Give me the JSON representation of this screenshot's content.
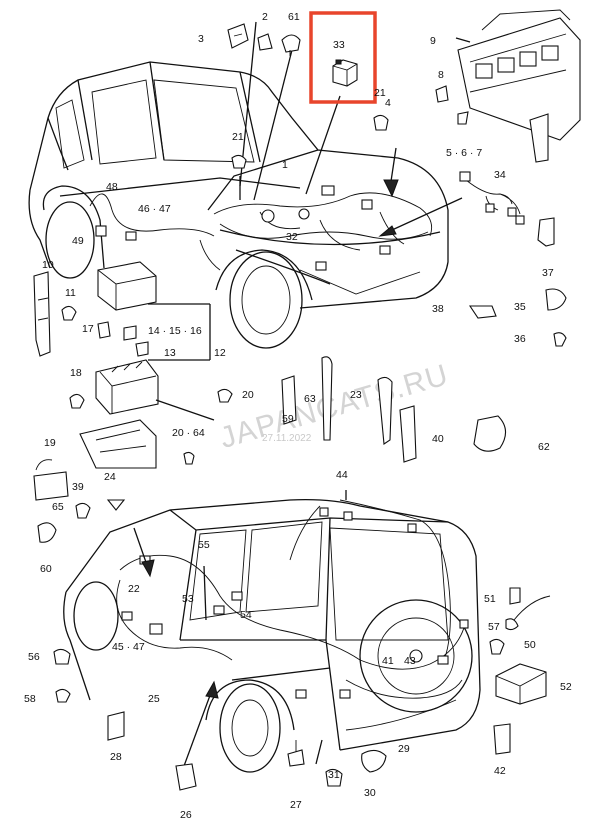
{
  "diagram": {
    "watermark": "JAPANCATS.RU",
    "date_stamp": "27.11.2022",
    "highlight_color": "#e8452c",
    "highlighted_part": "33",
    "callouts": [
      "1",
      "2",
      "3",
      "4",
      "5 · 6 · 7",
      "8",
      "9",
      "10",
      "11",
      "12",
      "13",
      "14 · 15 · 16",
      "17",
      "18",
      "19",
      "20",
      "20 · 64",
      "21",
      "21",
      "22",
      "23",
      "24",
      "25",
      "26",
      "27",
      "28",
      "29",
      "30",
      "31",
      "32",
      "33",
      "34",
      "35",
      "36",
      "37",
      "38",
      "39",
      "40",
      "41",
      "42",
      "43",
      "44",
      "45 · 47",
      "46 · 47",
      "48",
      "49",
      "50",
      "51",
      "52",
      "53",
      "54",
      "55",
      "56",
      "57",
      "58",
      "59",
      "60",
      "61",
      "62",
      "63",
      "65"
    ]
  }
}
